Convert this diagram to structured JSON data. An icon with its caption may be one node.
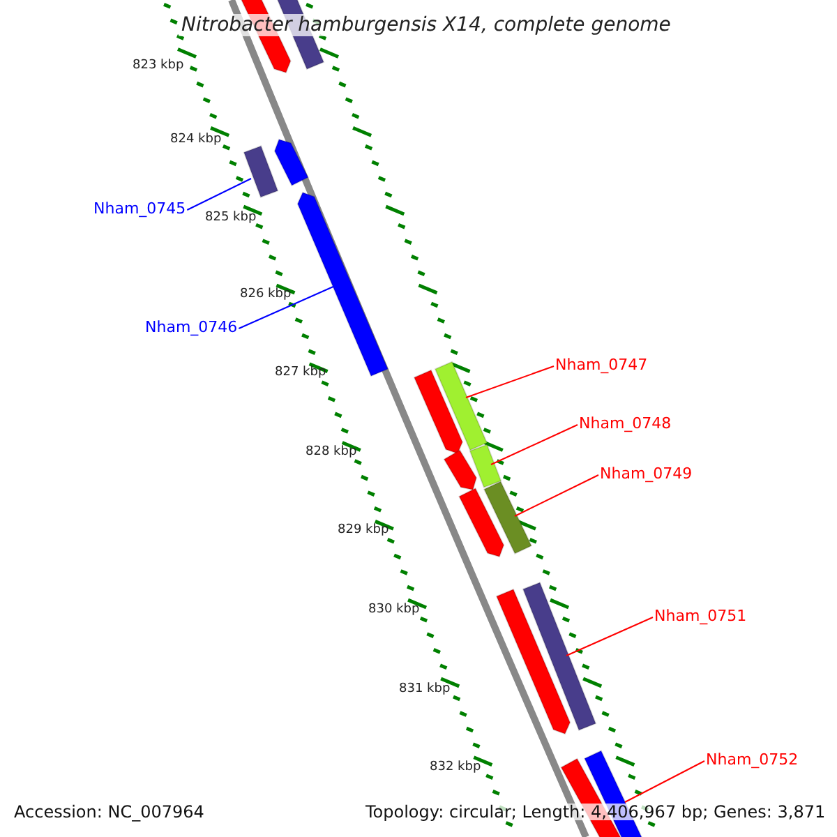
{
  "diagram": {
    "title": "Nitrobacter hamburgensis X14, complete genome",
    "nodes": [
      {
        "text": [
          "Nham_0745"
        ]
      },
      {
        "text": [],
        "shape": "bar"
      },
      {
        "text": [
          "Nham_0746"
        ]
      },
      {
        "text": [],
        "shape": "bar"
      },
      {
        "text": [
          "Nham_0747"
        ]
      },
      {
        "text": [],
        "shape": "bar"
      },
      {
        "text": [
          "Nham_0748"
        ]
      },
      {
        "text": [],
        "shape": "bar"
      },
      {
        "text": [
          "Nham_0749"
        ]
      },
      {
        "text": [],
        "shape": "bar"
      },
      {
        "text": [
          "Nham_0751"
        ]
      },
      {
        "text": [],
        "shape": "bar"
      },
      {
        "text": [
          "Nham_0752"
        ]
      },
      {
        "text": [],
        "shape": "bar"
      },
      {
        "text": [],
        "shape": "bar"
      },
      {
        "text": [],
        "shape": "bar"
      },
      {
        "text": [],
        "shape": "bar"
      },
      {
        "text": [],
        "shape": "bar"
      },
      {
        "text": [],
        "shape": "bar"
      },
      {
        "text": [],
        "shape": "bar"
      },
      {
        "text": [],
        "shape": "bar"
      },
      {
        "text": [],
        "shape": "bar"
      }
    ],
    "edges": [
      {
        "from": 0,
        "to": 1,
        "arrow": "none",
        "color": "#0000ff"
      },
      {
        "from": 2,
        "to": 3,
        "arrow": "none",
        "color": "#0000ff"
      },
      {
        "from": 4,
        "to": 5,
        "arrow": "none"
      },
      {
        "from": 6,
        "to": 7,
        "arrow": "none"
      },
      {
        "from": 8,
        "to": 9,
        "arrow": "none"
      },
      {
        "from": 10,
        "to": 11,
        "arrow": "none"
      },
      {
        "from": 12,
        "to": 13,
        "arrow": "none"
      }
    ],
    "labels": [
      "823 kbp",
      "824 kbp",
      "825 kbp",
      "826 kbp",
      "827 kbp",
      "828 kbp",
      "829 kbp",
      "830 kbp",
      "831 kbp",
      "832 kbp",
      "Accession: NC_007964",
      "Topology: circular; Length: 4,406,967 bp; Genes: 3,871"
    ]
  }
}
